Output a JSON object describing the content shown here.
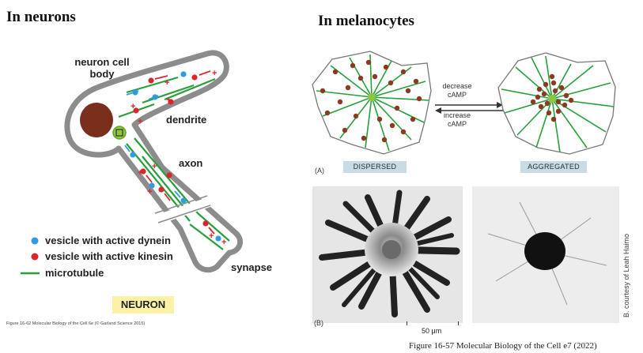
{
  "left": {
    "heading": "In neurons",
    "labels": {
      "cell_body": "neuron cell\nbody",
      "dendrite": "dendrite",
      "axon": "axon",
      "synapse": "synapse"
    },
    "legend": [
      {
        "label": "vesicle with active dynein",
        "color": "#2f9be0"
      },
      {
        "label": "vesicle with active kinesin",
        "color": "#d8262a"
      },
      {
        "label": "microtubule",
        "color": "#27a03c"
      }
    ],
    "tag": "NEURON",
    "figure_caption": "Figure 16-62 Molecular Biology of the Cell 6e (© Garland Science 2015)"
  },
  "right": {
    "heading": "In melanocytes",
    "arrow_top": "decrease\ncAMP",
    "arrow_bottom": "increase\ncAMP",
    "panel_a": "(A)",
    "panel_b": "(B)",
    "tag_left": "DISPERSED",
    "tag_right": "AGGREGATED",
    "scale_label": "50 μm",
    "credit": "B. courtesy of Leah Haimo",
    "figure_caption": "Figure 16-57 Molecular Biology of the Cell e7 (2022)"
  },
  "colors": {
    "outline": "#8c8c8c",
    "nucleus": "#7a2e1c",
    "centrosome": "#8dc63f",
    "pigment": "#8b3a22"
  }
}
